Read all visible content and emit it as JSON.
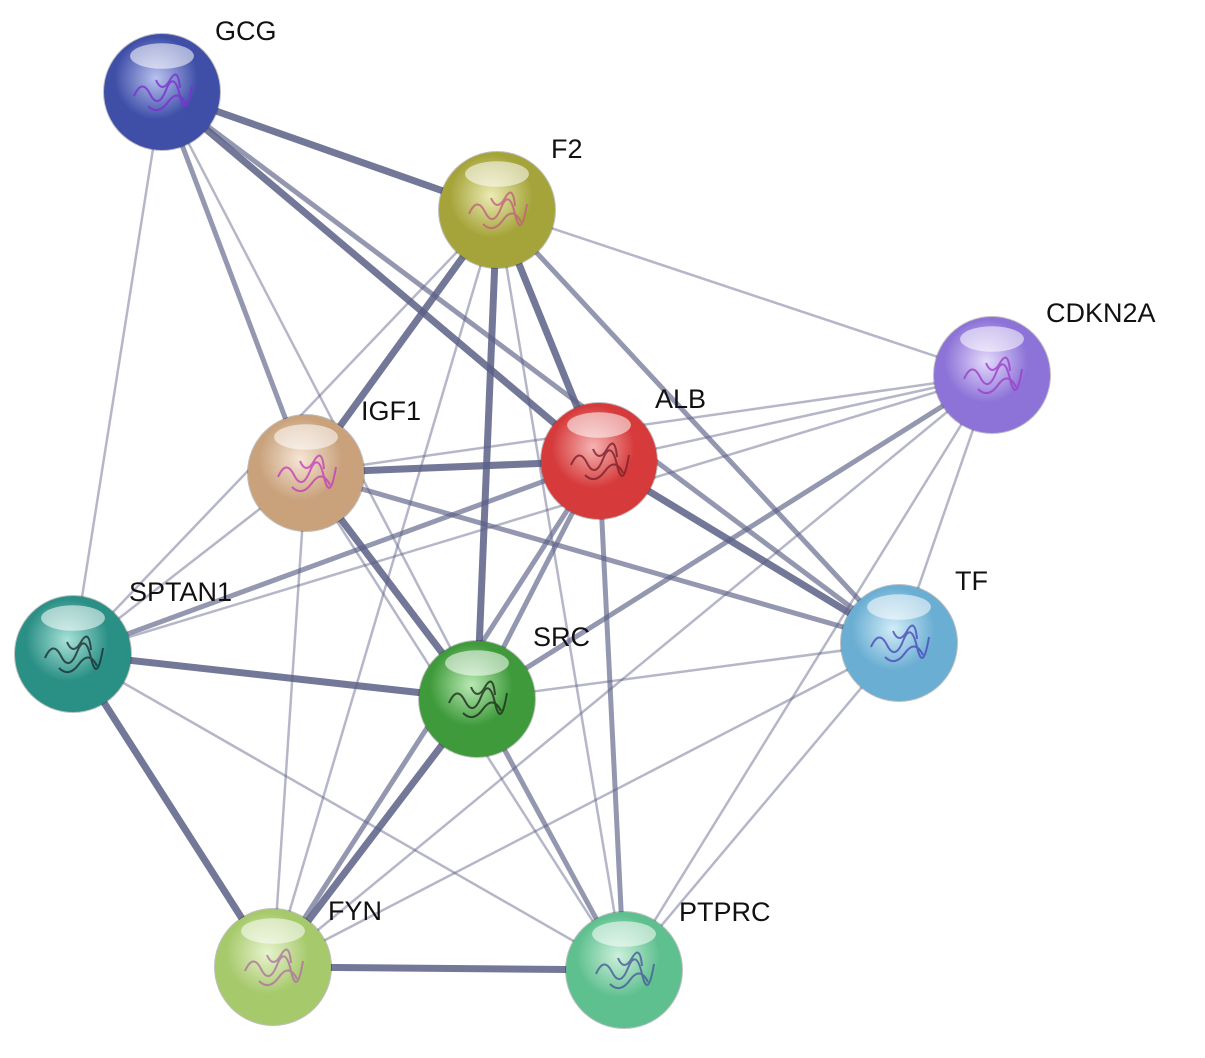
{
  "diagram": {
    "type": "protein-protein interaction network",
    "nodes": [
      {
        "id": "GCG",
        "label": "GCG",
        "color": "#3f4fa8",
        "highlight": "#b9c2ef",
        "structure_color": "#7a2fd0"
      },
      {
        "id": "F2",
        "label": "F2",
        "color": "#a5a43a",
        "highlight": "#ecebb4",
        "structure_color": "#c0607a"
      },
      {
        "id": "CDKN2A",
        "label": "CDKN2A",
        "color": "#8d73d8",
        "highlight": "#e3dafb",
        "structure_color": "#9b3fc8"
      },
      {
        "id": "IGF1",
        "label": "IGF1",
        "color": "#c9a27c",
        "highlight": "#f6e6d6",
        "structure_color": "#c43fb8"
      },
      {
        "id": "ALB",
        "label": "ALB",
        "color": "#d63a3a",
        "highlight": "#f6b3b3",
        "structure_color": "#7a1f2a"
      },
      {
        "id": "SPTAN1",
        "label": "SPTAN1",
        "color": "#2a8f85",
        "highlight": "#a8e2d9",
        "structure_color": "#1c3030"
      },
      {
        "id": "SRC",
        "label": "SRC",
        "color": "#3e9a3a",
        "highlight": "#b9e9b4",
        "structure_color": "#1c2d1c"
      },
      {
        "id": "TF",
        "label": "TF",
        "color": "#6aaed3",
        "highlight": "#d2ecf8",
        "structure_color": "#4a4ab8"
      },
      {
        "id": "FYN",
        "label": "FYN",
        "color": "#a6c96b",
        "highlight": "#e7f3cd",
        "structure_color": "#b070a0"
      },
      {
        "id": "PTPRC",
        "label": "PTPRC",
        "color": "#5fc08f",
        "highlight": "#cdf0dc",
        "structure_color": "#4a5a9a"
      }
    ],
    "edges": [
      {
        "source": "GCG",
        "target": "F2",
        "weight": "strong"
      },
      {
        "source": "GCG",
        "target": "ALB",
        "weight": "strong"
      },
      {
        "source": "GCG",
        "target": "IGF1",
        "weight": "medium"
      },
      {
        "source": "GCG",
        "target": "SPTAN1",
        "weight": "weak"
      },
      {
        "source": "GCG",
        "target": "TF",
        "weight": "medium"
      },
      {
        "source": "GCG",
        "target": "SRC",
        "weight": "weak"
      },
      {
        "source": "F2",
        "target": "ALB",
        "weight": "strong"
      },
      {
        "source": "F2",
        "target": "IGF1",
        "weight": "strong"
      },
      {
        "source": "F2",
        "target": "CDKN2A",
        "weight": "weak"
      },
      {
        "source": "F2",
        "target": "SRC",
        "weight": "strong"
      },
      {
        "source": "F2",
        "target": "TF",
        "weight": "medium"
      },
      {
        "source": "F2",
        "target": "PTPRC",
        "weight": "weak"
      },
      {
        "source": "F2",
        "target": "SPTAN1",
        "weight": "weak"
      },
      {
        "source": "F2",
        "target": "FYN",
        "weight": "weak"
      },
      {
        "source": "CDKN2A",
        "target": "IGF1",
        "weight": "weak"
      },
      {
        "source": "CDKN2A",
        "target": "ALB",
        "weight": "weak"
      },
      {
        "source": "CDKN2A",
        "target": "SRC",
        "weight": "medium"
      },
      {
        "source": "CDKN2A",
        "target": "SPTAN1",
        "weight": "weak"
      },
      {
        "source": "CDKN2A",
        "target": "TF",
        "weight": "weak"
      },
      {
        "source": "CDKN2A",
        "target": "FYN",
        "weight": "weak"
      },
      {
        "source": "CDKN2A",
        "target": "PTPRC",
        "weight": "weak"
      },
      {
        "source": "IGF1",
        "target": "ALB",
        "weight": "strong"
      },
      {
        "source": "IGF1",
        "target": "SPTAN1",
        "weight": "weak"
      },
      {
        "source": "IGF1",
        "target": "SRC",
        "weight": "strong"
      },
      {
        "source": "IGF1",
        "target": "TF",
        "weight": "medium"
      },
      {
        "source": "IGF1",
        "target": "FYN",
        "weight": "weak"
      },
      {
        "source": "IGF1",
        "target": "PTPRC",
        "weight": "weak"
      },
      {
        "source": "ALB",
        "target": "SRC",
        "weight": "medium"
      },
      {
        "source": "ALB",
        "target": "TF",
        "weight": "strong"
      },
      {
        "source": "ALB",
        "target": "PTPRC",
        "weight": "medium"
      },
      {
        "source": "ALB",
        "target": "FYN",
        "weight": "medium"
      },
      {
        "source": "ALB",
        "target": "SPTAN1",
        "weight": "medium"
      },
      {
        "source": "SPTAN1",
        "target": "SRC",
        "weight": "strong"
      },
      {
        "source": "SPTAN1",
        "target": "FYN",
        "weight": "strong"
      },
      {
        "source": "SPTAN1",
        "target": "PTPRC",
        "weight": "weak"
      },
      {
        "source": "SRC",
        "target": "TF",
        "weight": "weak"
      },
      {
        "source": "SRC",
        "target": "FYN",
        "weight": "strong"
      },
      {
        "source": "SRC",
        "target": "PTPRC",
        "weight": "medium"
      },
      {
        "source": "TF",
        "target": "PTPRC",
        "weight": "weak"
      },
      {
        "source": "TF",
        "target": "FYN",
        "weight": "weak"
      },
      {
        "source": "FYN",
        "target": "PTPRC",
        "weight": "strong"
      }
    ],
    "edge_color": "#5a5f86"
  }
}
